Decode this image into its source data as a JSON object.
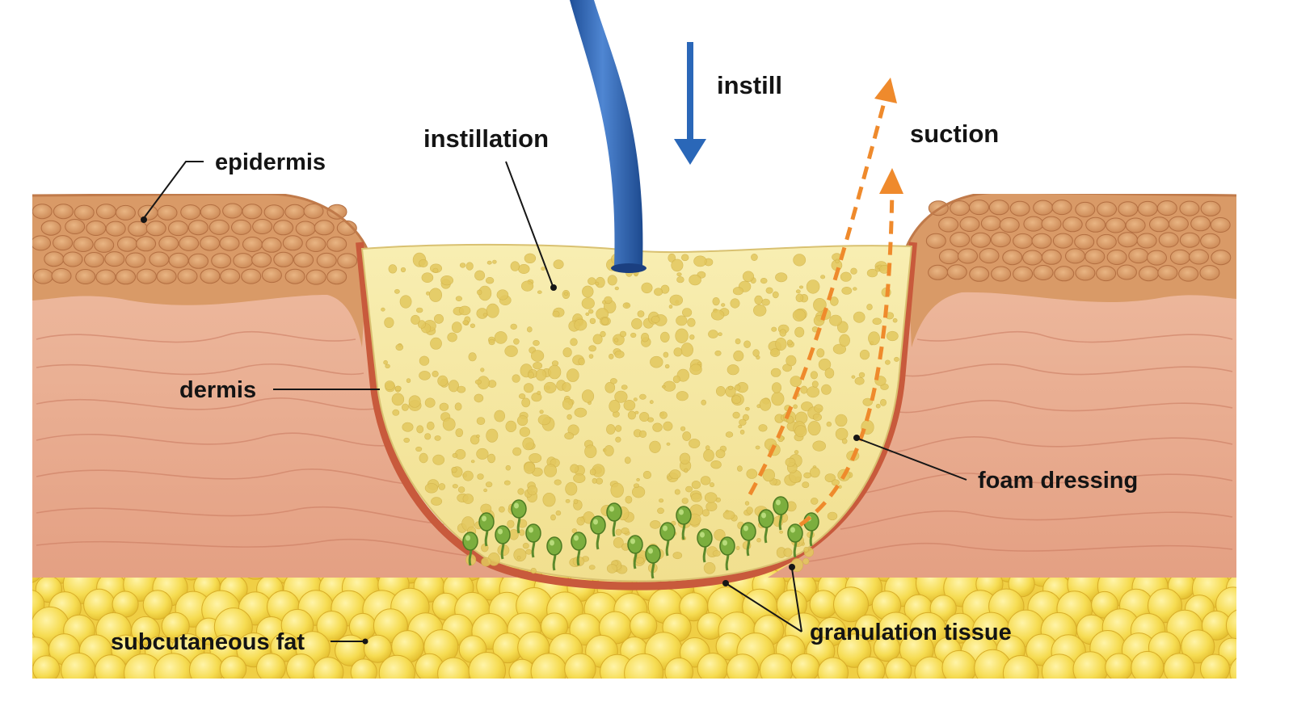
{
  "labels": {
    "epidermis": "epidermis",
    "dermis": "dermis",
    "subcutaneous_fat": "subcutaneous fat",
    "instillation": "instillation",
    "instill": "instill",
    "suction": "suction",
    "foam_dressing": "foam dressing",
    "granulation_tissue": "granulation tissue"
  },
  "colors": {
    "instill_tube": "#2e64b4",
    "instill_arrow": "#2a67b8",
    "suction_arrow": "#ef8a2c",
    "foam": "#f4e49a",
    "fat": "#f5d94e",
    "dermis": "#e8ab8e",
    "epidermis": "#d8935e",
    "granulation_tissue": "#78a83a"
  },
  "icons": {
    "instill_direction": "arrow-down-icon",
    "suction_direction": "dashed-arrow-up-icon"
  }
}
